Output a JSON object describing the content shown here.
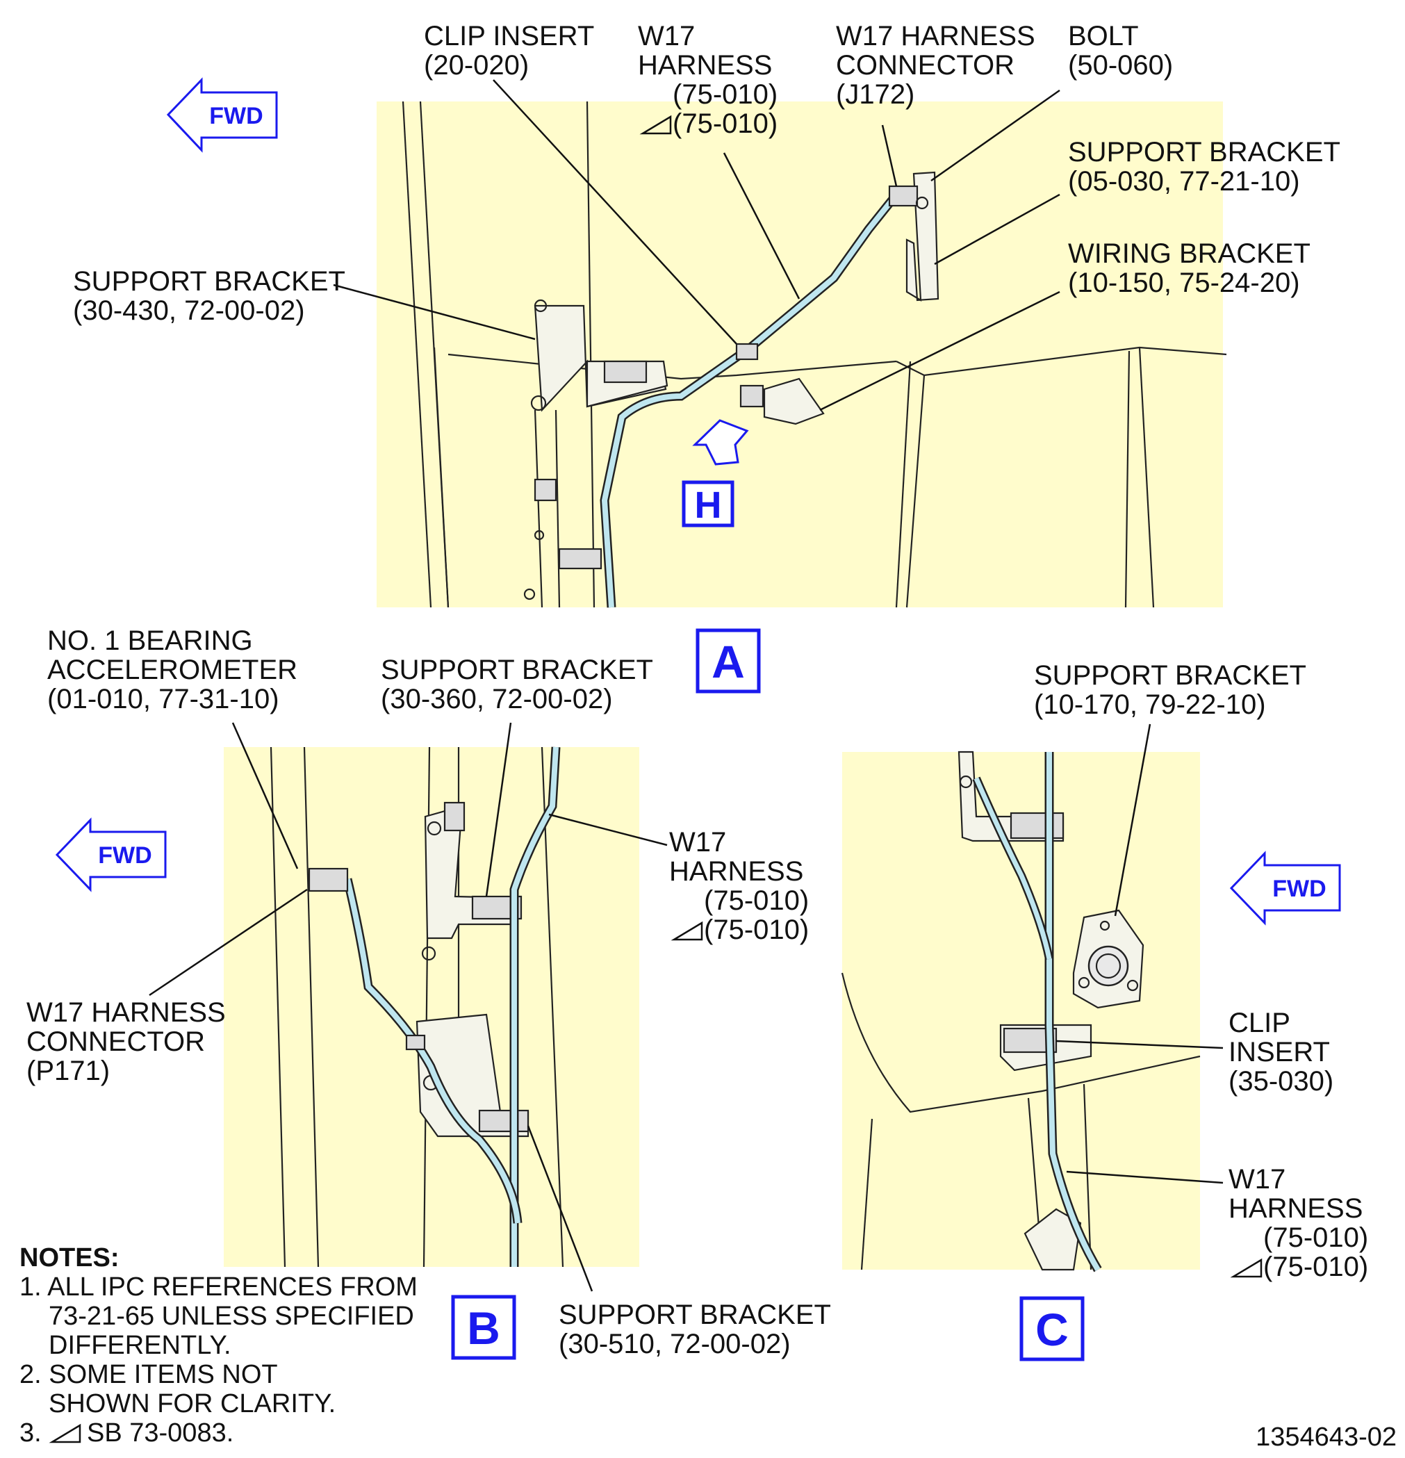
{
  "fwd_label": "FWD",
  "view_labels": {
    "a": "A",
    "b": "B",
    "c": "C",
    "h": "H"
  },
  "colors": {
    "panel": "#fffccc",
    "harness": "#bfe6ef",
    "accent": "#1a1aee"
  },
  "view_a": {
    "clip_insert": [
      "CLIP INSERT",
      "(20-020)"
    ],
    "w17_harness": [
      "W17",
      "HARNESS",
      "(75-010)",
      "(75-010)"
    ],
    "w17_connector": [
      "W17 HARNESS",
      "CONNECTOR",
      "(J172)"
    ],
    "bolt": [
      "BOLT",
      "(50-060)"
    ],
    "support_bracket_right": [
      "SUPPORT BRACKET",
      "(05-030, 77-21-10)"
    ],
    "wiring_bracket": [
      "WIRING BRACKET",
      "(10-150, 75-24-20)"
    ],
    "support_bracket_left": [
      "SUPPORT BRACKET",
      "(30-430, 72-00-02)"
    ]
  },
  "view_b": {
    "accelerometer": [
      "NO. 1 BEARING",
      "ACCELEROMETER",
      "(01-010, 77-31-10)"
    ],
    "support_bracket_top": [
      "SUPPORT BRACKET",
      "(30-360, 72-00-02)"
    ],
    "w17_harness": [
      "W17",
      "HARNESS",
      "(75-010)",
      "(75-010)"
    ],
    "w17_connector": [
      "W17 HARNESS",
      "CONNECTOR",
      "(P171)"
    ],
    "support_bracket_bottom": [
      "SUPPORT BRACKET",
      "(30-510, 72-00-02)"
    ]
  },
  "view_c": {
    "support_bracket": [
      "SUPPORT BRACKET",
      "(10-170, 79-22-10)"
    ],
    "clip_insert": [
      "CLIP",
      "INSERT",
      "(35-030)"
    ],
    "w17_harness": [
      "W17",
      "HARNESS",
      "(75-010)",
      "(75-010)"
    ]
  },
  "notes": {
    "heading": "NOTES:",
    "lines": [
      "1. ALL IPC REFERENCES FROM",
      "73-21-65 UNLESS SPECIFIED",
      "DIFFERENTLY.",
      "2. SOME ITEMS NOT",
      "SHOWN FOR CLARITY.",
      "3.",
      "SB 73-0083."
    ]
  },
  "figure_number": "1354643-02"
}
